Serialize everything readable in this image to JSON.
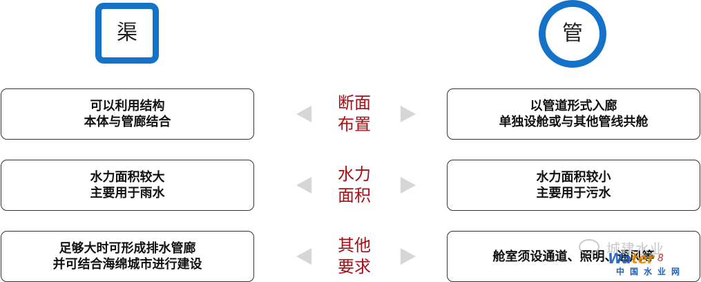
{
  "left_header": "渠",
  "right_header": "管",
  "rows": [
    {
      "middle": [
        "断面",
        "布置"
      ],
      "left": [
        "可以利用结构",
        "本体与管廊结合"
      ],
      "right": [
        "以管道形式入廊",
        "单独设舱或与其他管线共舱"
      ]
    },
    {
      "middle": [
        "水力",
        "面积"
      ],
      "left": [
        "水力面积较大",
        "主要用于雨水"
      ],
      "right": [
        "水力面积较小",
        "主要用于污水"
      ]
    },
    {
      "middle": [
        "其他",
        "要求"
      ],
      "left": [
        "足够大时可形成排水管廊",
        "并可结合海绵城市进行建设"
      ],
      "right": [
        "舱室须设通道、照明、通风等",
        ""
      ]
    }
  ],
  "watermark": {
    "text": "城建水业",
    "site_a": "Wa",
    "site_b": "ter",
    "site_num": "8",
    "cn": "中国水业网"
  },
  "colors": {
    "accent": "#1473c9",
    "middle_text": "#a50f15",
    "arrow": "#d6d6d6"
  }
}
